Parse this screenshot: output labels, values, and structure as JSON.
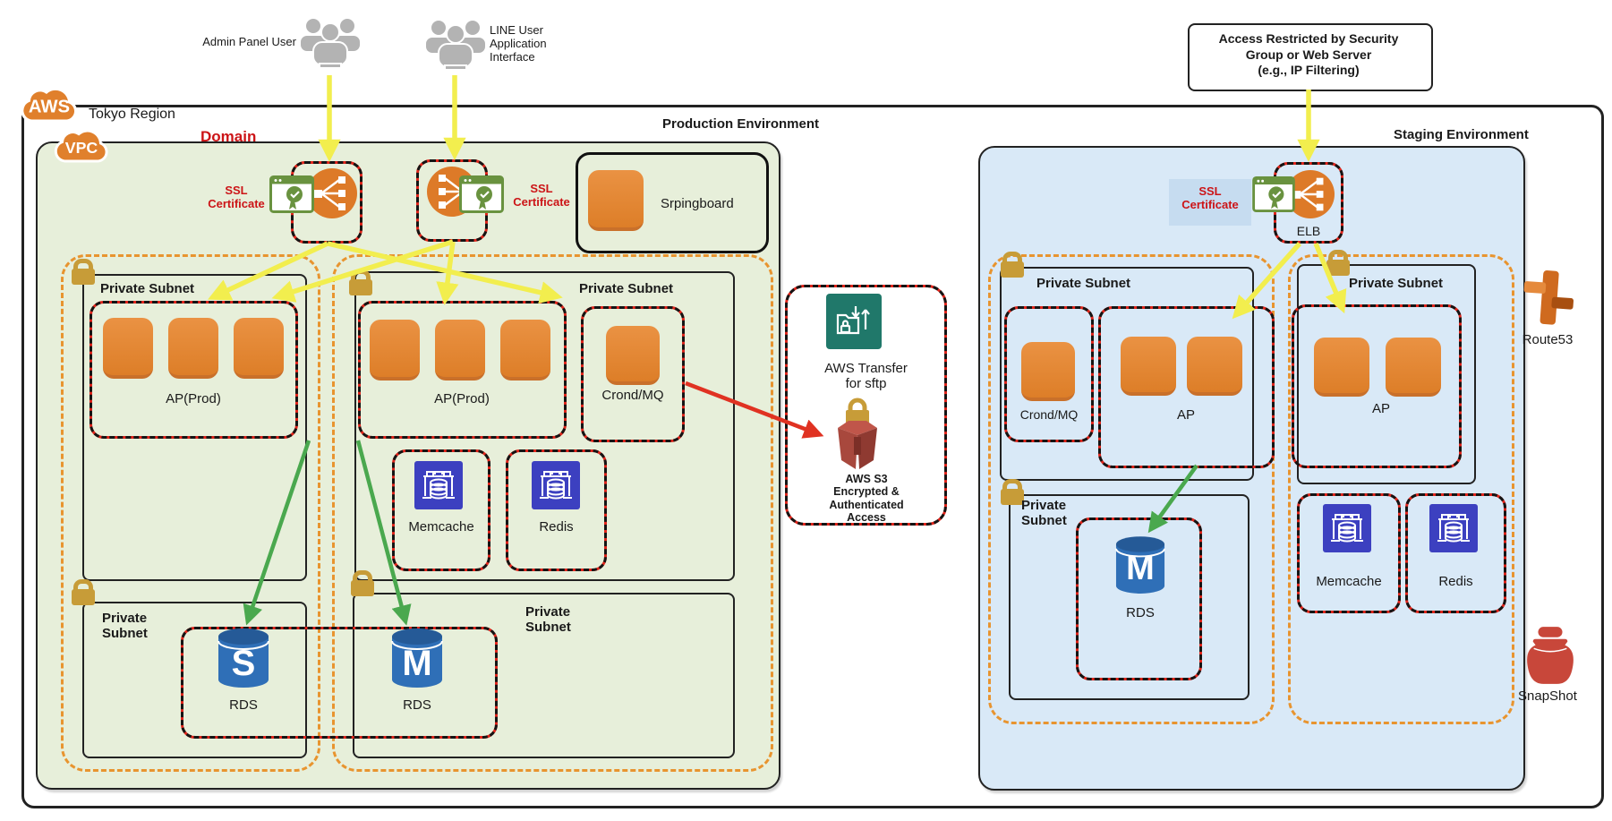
{
  "colors": {
    "production_bg": "#e7efda",
    "staging_bg": "#d9e9f7",
    "instance_orange": "#e0842f",
    "security_dash_red": "#e2251b",
    "subnet_dash_orange": "#e8942f",
    "flow_yellow": "#f2ee4e",
    "flow_green": "#4aa84e",
    "flow_red": "#e03222",
    "cache_blue": "#3c40c0",
    "rds_blue": "#2f6fb7",
    "transfer_teal": "#20786a",
    "s3_red": "#a8483d",
    "lock_gold": "#c79c38"
  },
  "users": {
    "admin": "Admin Panel User",
    "line1": "LINE User",
    "line2": "Application",
    "line3": "Interface"
  },
  "access_note": {
    "l1": "Access Restricted by Security",
    "l2": "Group or Web Server",
    "l3": "(e.g., IP Filtering)"
  },
  "region": {
    "cloud": "AWS",
    "label": "Tokyo Region"
  },
  "prod": {
    "title": "Production Environment",
    "vpc": "VPC",
    "domain": "Domain",
    "ssl1_l1": "SSL",
    "ssl1_l2": "Certificate",
    "ssl2_l1": "SSL",
    "ssl2_l2": "Certificate",
    "springboard": "Srpingboard",
    "subnetA": {
      "label": "Private Subnet",
      "group": "AP(Prod)"
    },
    "subnetB": {
      "label": "Private Subnet",
      "group": "AP(Prod)",
      "crond": "Crond/MQ"
    },
    "memcache": "Memcache",
    "redis": "Redis",
    "subnetC": {
      "l1": "Private",
      "l2": "Subnet",
      "db": "RDS",
      "letter": "S"
    },
    "subnetD": {
      "l1": "Private",
      "l2": "Subnet",
      "db": "RDS",
      "letter": "M"
    }
  },
  "transfer": {
    "l1": "AWS Transfer",
    "l2": "for sftp",
    "s1": "AWS S3",
    "s2": "Encrypted &",
    "s3": "Authenticated",
    "s4": "Access"
  },
  "staging": {
    "title": "Staging Environment",
    "ssl_l1": "SSL",
    "ssl_l2": "Certificate",
    "elb": "ELB",
    "subnetE": {
      "label": "Private Subnet",
      "crond": "Crond/MQ",
      "group": "AP"
    },
    "subnetF": {
      "label": "Private Subnet",
      "group": "AP"
    },
    "subnetG": {
      "l1": "Private",
      "l2": "Subnet",
      "db": "RDS",
      "letter": "M"
    },
    "memcache": "Memcache",
    "redis": "Redis"
  },
  "aws_services": {
    "route53": "Route53",
    "snapshot": "SnapShot"
  }
}
